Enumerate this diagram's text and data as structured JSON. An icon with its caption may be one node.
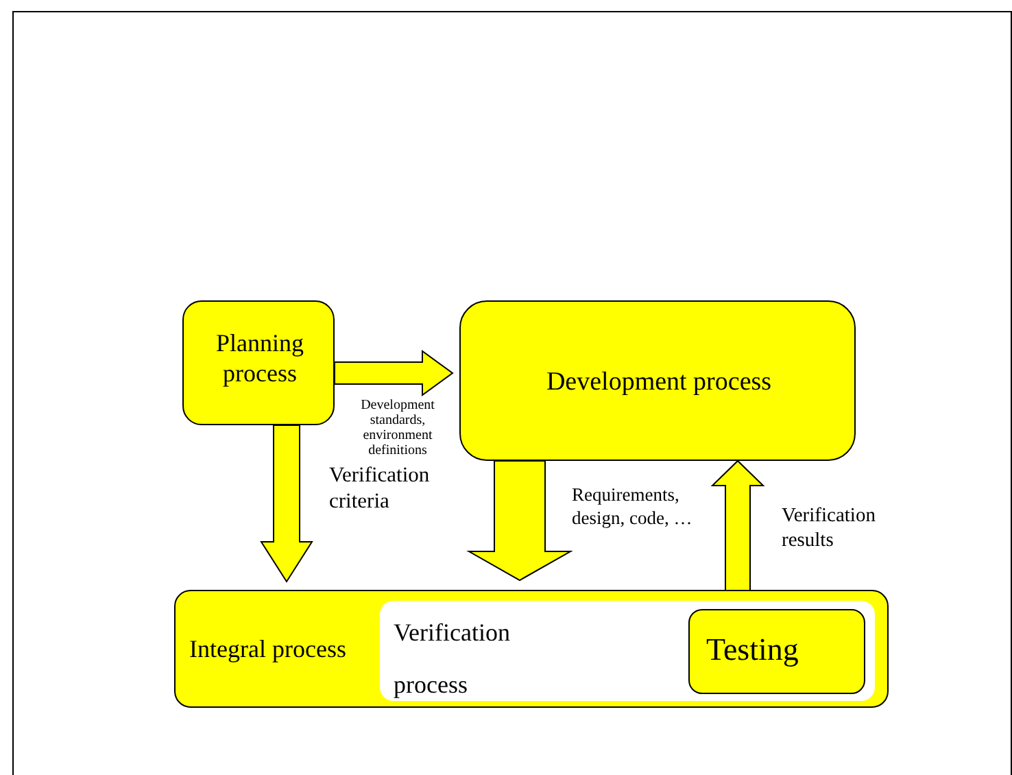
{
  "diagram": {
    "nodes": [
      {
        "text": [
          "Planning process"
        ]
      },
      {
        "text": [
          "Development process"
        ]
      },
      {
        "text": [
          "Integral process"
        ]
      },
      {
        "text": [
          "Verification process"
        ],
        "in": 2
      },
      {
        "text": [
          "Testing"
        ],
        "in": 3
      }
    ],
    "edges": [
      {
        "from": 0,
        "to": 1,
        "arrow": "to",
        "label": "Development standards, environment definitions"
      },
      {
        "from": 0,
        "to": 2,
        "arrow": "to",
        "label": "Verification criteria"
      },
      {
        "from": 1,
        "to": 2,
        "arrow": "to",
        "label": "Requirements, design, code, …"
      },
      {
        "from": 4,
        "to": 1,
        "arrow": "to",
        "label": "Verification results"
      }
    ]
  }
}
